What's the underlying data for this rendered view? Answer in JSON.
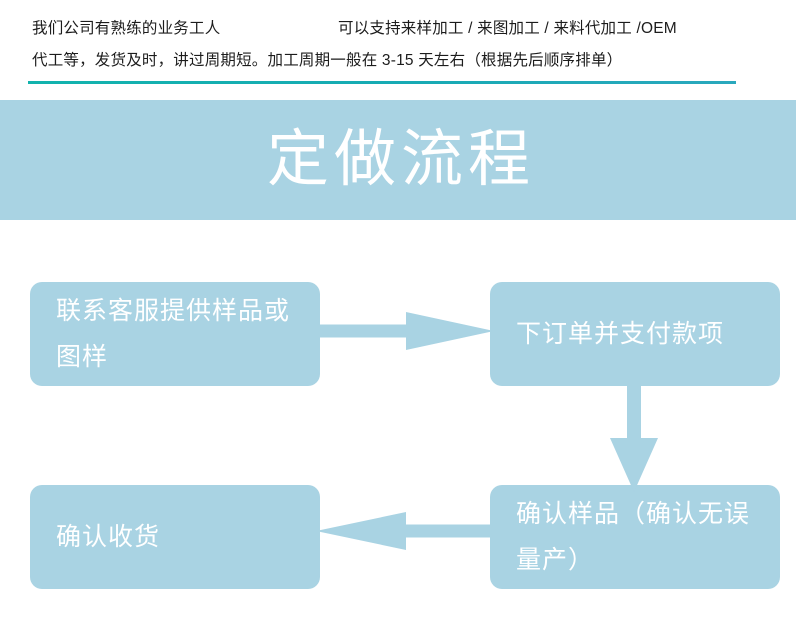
{
  "intro": {
    "line1_left": "我们公司有熟练的业务工人",
    "line1_right": "可以支持来样加工 / 来图加工 / 来料代加工 /OEM",
    "line2": "代工等，发货及时，讲过周期短。加工周期一般在 3-15 天左右（根据先后顺序排单）"
  },
  "divider": {
    "color_start": "#12b3ad",
    "color_end": "#2aa8bd"
  },
  "banner": {
    "title": "定做流程",
    "background_color": "#a9d3e3",
    "text_color": "#ffffff"
  },
  "flowchart": {
    "box_color": "#a9d3e3",
    "text_color": "#ffffff",
    "arrow_color": "#a9d3e3",
    "steps": [
      {
        "id": "step-1",
        "label": "联系客服提供样品或图样"
      },
      {
        "id": "step-2",
        "label": "下订单并支付款项"
      },
      {
        "id": "step-3",
        "label": "确认样品（确认无误量产）"
      },
      {
        "id": "step-4",
        "label": "确认收货"
      }
    ],
    "connectors": [
      {
        "id": "connector-1",
        "direction": "right",
        "from": "step-1",
        "to": "step-2"
      },
      {
        "id": "connector-2",
        "direction": "down",
        "from": "step-2",
        "to": "step-3"
      },
      {
        "id": "connector-3",
        "direction": "left",
        "from": "step-3",
        "to": "step-4"
      }
    ]
  }
}
